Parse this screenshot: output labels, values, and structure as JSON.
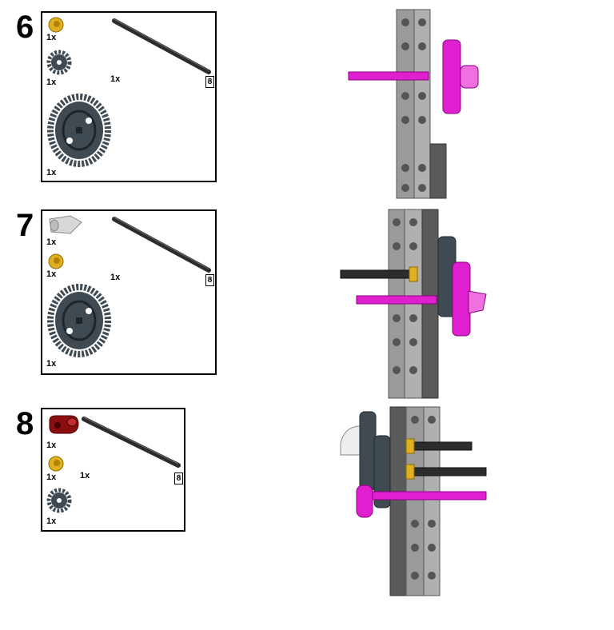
{
  "steps": [
    {
      "number": "6",
      "parts": [
        {
          "part": "bush",
          "color": "#e0b020",
          "qty": "1x"
        },
        {
          "part": "gear-16-tooth",
          "color": "#3f4a52",
          "qty": "1x"
        },
        {
          "part": "gear-40-tooth",
          "color": "#3f4a52",
          "qty": "1x"
        },
        {
          "part": "axle",
          "color": "#2c2c2c",
          "qty": "1x",
          "length": "8"
        }
      ]
    },
    {
      "number": "7",
      "parts": [
        {
          "part": "angle-connector",
          "color": "#d8d8d8",
          "qty": "1x"
        },
        {
          "part": "bush",
          "color": "#e0b020",
          "qty": "1x"
        },
        {
          "part": "gear-40-tooth",
          "color": "#3f4a52",
          "qty": "1x"
        },
        {
          "part": "axle",
          "color": "#2c2c2c",
          "qty": "1x",
          "length": "8"
        }
      ]
    },
    {
      "number": "8",
      "parts": [
        {
          "part": "cross-block",
          "color": "#8b0f0f",
          "qty": "1x"
        },
        {
          "part": "bush",
          "color": "#e0b020",
          "qty": "1x"
        },
        {
          "part": "gear-16-tooth",
          "color": "#3f4a52",
          "qty": "1x"
        },
        {
          "part": "axle",
          "color": "#2c2c2c",
          "qty": "1x",
          "length": "8"
        }
      ]
    }
  ],
  "colors": {
    "beam_light": "#9a9a9a",
    "beam_dark": "#5a5a5a",
    "highlight": "#e020d0",
    "axle_dark": "#2c2c2c",
    "bush_yellow": "#e0b020",
    "gear_dark": "#3f4a52"
  }
}
